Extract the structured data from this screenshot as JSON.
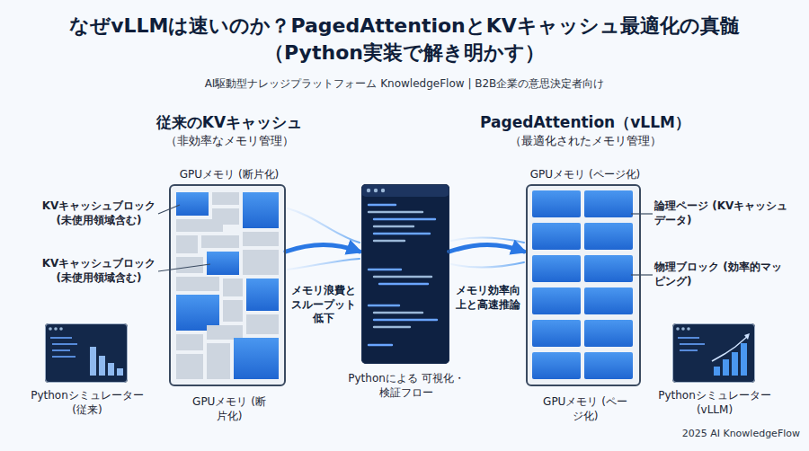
{
  "diagram": {
    "title": "なぜvLLMは速いのか？PagedAttentionとKVキャッシュ最適化の真髄 （Python実装で解き明かす）",
    "nodes": [
      {
        "text": [
          "従来のKVキャッシュ",
          "（非効率なメモリ管理）",
          "GPUメモリ (断片化)",
          "GPUメモリ (断片化)"
        ]
      },
      {
        "text": [
          "Pythonによる 可視化・検証フロー"
        ]
      },
      {
        "text": [
          "PagedAttention（vLLM）",
          "（最適化されたメモリ管理）",
          "GPUメモリ (ページ化)",
          "GPUメモリ (ページ化)"
        ]
      },
      {
        "text": [
          "Pythonシミュレーター (従来)"
        ]
      },
      {
        "text": [
          "Pythonシミュレーター (vLLM)"
        ]
      }
    ],
    "edges": [
      {
        "from": 0,
        "to": 1,
        "label": "メモリ浪費と スループット 低下",
        "arrow": "to"
      },
      {
        "from": 1,
        "to": 2,
        "label": "メモリ効率向 上と高速推論",
        "arrow": "to"
      }
    ],
    "labels": [
      "AI駆動型ナレッジプラットフォーム KnowledgeFlow | B2B企業の意思決定者向け",
      "KVキャッシュブロック (未使用領域含む)",
      "KVキャッシュブロック (未使用領域含む)",
      "論理ページ (KVキャッシュデータ)",
      "物理ブロック (効率的マッピング)",
      "2025 AI KnowledgeFlow"
    ]
  }
}
